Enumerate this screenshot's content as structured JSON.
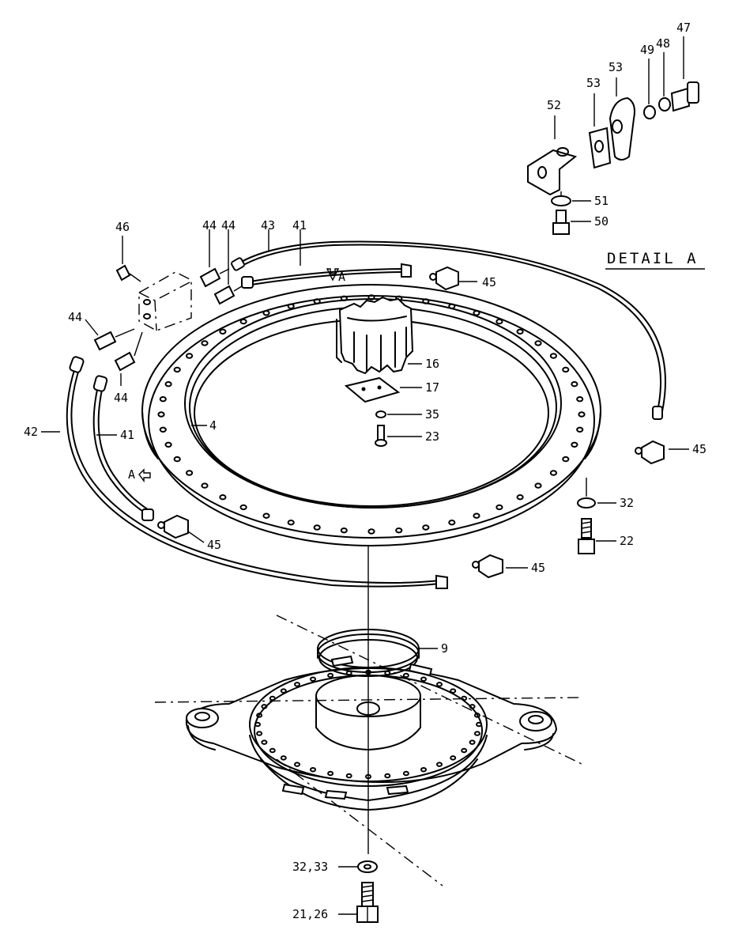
{
  "detail_title": "DETAIL A",
  "view_marker": "A",
  "callouts": {
    "c4": "4",
    "c9": "9",
    "c16": "16",
    "c17": "17",
    "c21_26": "21,26",
    "c22": "22",
    "c23": "23",
    "c32_33": "32,33",
    "c32": "32",
    "c35": "35",
    "c41a": "41",
    "c41b": "41",
    "c42": "42",
    "c43": "43",
    "c44a": "44",
    "c44b": "44",
    "c44c": "44",
    "c44d": "44",
    "c45a": "45",
    "c45b": "45",
    "c45c": "45",
    "c45d": "45",
    "c46": "46",
    "c47": "47",
    "c48": "48",
    "c49": "49",
    "c50": "50",
    "c51": "51",
    "c52": "52",
    "c53a": "53",
    "c53b": "53"
  }
}
